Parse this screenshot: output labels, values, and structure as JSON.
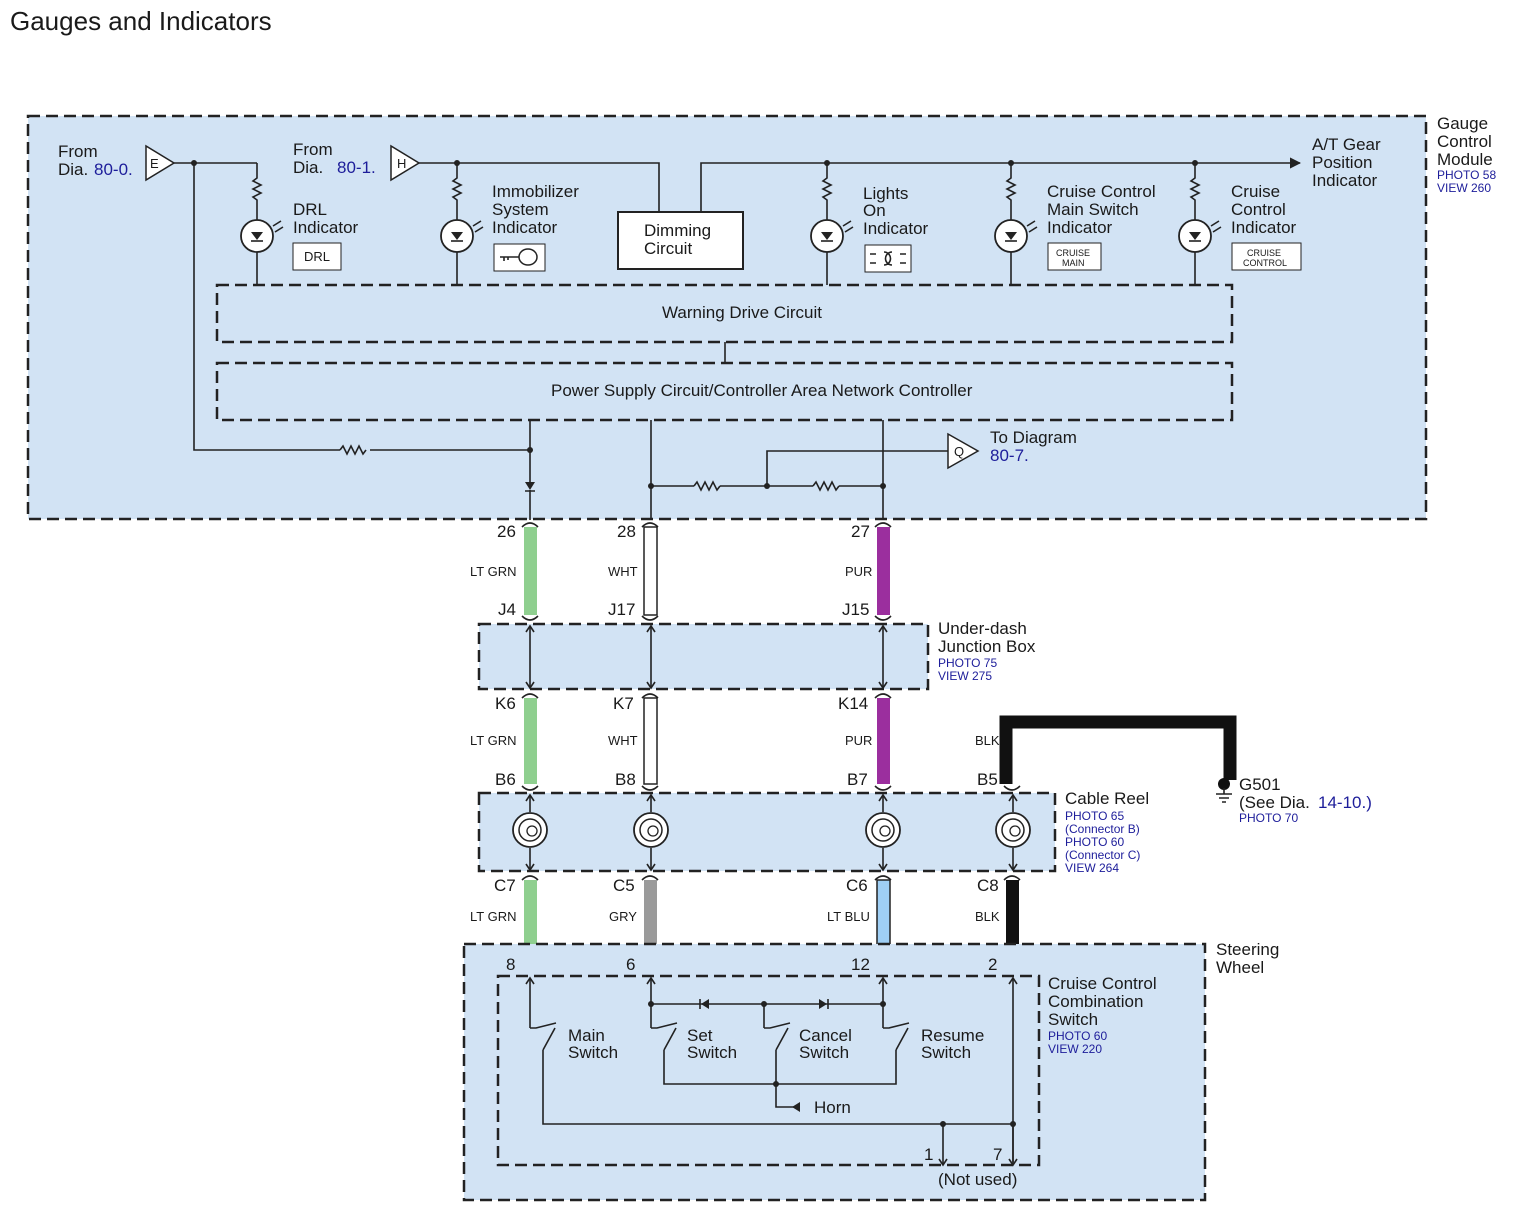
{
  "title": "Gauges and Indicators",
  "gcm": {
    "name": [
      "Gauge",
      "Control",
      "Module"
    ],
    "photo": "PHOTO 58",
    "view": "VIEW 260",
    "from_e": {
      "from": "From",
      "dia": "Dia.",
      "ref": "80-0.",
      "letter": "E"
    },
    "from_h": {
      "from": "From",
      "dia": "Dia.",
      "ref": "80-1.",
      "letter": "H"
    },
    "drl": {
      "label": [
        "DRL",
        "Indicator"
      ],
      "symbol": "DRL"
    },
    "immobilizer": {
      "label": [
        "Immobilizer",
        "System",
        "Indicator"
      ]
    },
    "dimming": [
      "Dimming",
      "Circuit"
    ],
    "lights_on": {
      "label": [
        "Lights",
        "On",
        "Indicator"
      ]
    },
    "cruise_main": {
      "label": [
        "Cruise Control",
        "Main Switch",
        "Indicator"
      ],
      "symbol": [
        "CRUISE",
        "MAIN"
      ]
    },
    "cruise_ctrl": {
      "label": [
        "Cruise",
        "Control",
        "Indicator"
      ],
      "symbol": [
        "CRUISE",
        "CONTROL"
      ]
    },
    "at_gear": [
      "A/T Gear",
      "Position",
      "Indicator"
    ],
    "warning_drive": "Warning Drive Circuit",
    "power_supply": "Power Supply Circuit/Controller Area Network Controller",
    "to_diagram": {
      "text": "To Diagram",
      "ref": "80-7.",
      "letter": "Q"
    }
  },
  "pins_gcm": [
    "26",
    "28",
    "27"
  ],
  "wires_upper": [
    "LT GRN",
    "WHT",
    "PUR"
  ],
  "pins_j": [
    "J4",
    "J17",
    "J15"
  ],
  "junction": {
    "name": [
      "Under-dash",
      "Junction Box"
    ],
    "photo": "PHOTO 75",
    "view": "VIEW 275"
  },
  "pins_k": [
    "K6",
    "K7",
    "K14"
  ],
  "wires_middle": [
    "LT GRN",
    "WHT",
    "PUR",
    "BLK"
  ],
  "pins_b": [
    "B6",
    "B8",
    "B7",
    "B5"
  ],
  "ground": {
    "name": "G501",
    "see": "(See Dia.",
    "ref": "14-10.)",
    "photo": "PHOTO 70"
  },
  "cable_reel": {
    "name": "Cable Reel",
    "refs": [
      "PHOTO 65",
      "(Connector B)",
      "PHOTO 60",
      "(Connector C)",
      "VIEW 264"
    ]
  },
  "pins_c": [
    "C7",
    "C5",
    "C6",
    "C8"
  ],
  "wires_lower": [
    "LT GRN",
    "GRY",
    "LT BLU",
    "BLK"
  ],
  "pins_sw": [
    "8",
    "6",
    "12",
    "2"
  ],
  "steering": [
    "Steering",
    "Wheel"
  ],
  "switch_assy": {
    "name": [
      "Cruise Control",
      "Combination",
      "Switch"
    ],
    "photo": "PHOTO 60",
    "view": "VIEW 220"
  },
  "switches": {
    "main": [
      "Main",
      "Switch"
    ],
    "set": [
      "Set",
      "Switch"
    ],
    "cancel": [
      "Cancel",
      "Switch"
    ],
    "resume": [
      "Resume",
      "Switch"
    ]
  },
  "horn": "Horn",
  "pins_bottom": [
    "1",
    "7"
  ],
  "not_used": "(Not used)",
  "colors": {
    "lt_grn": "#8fcf8f",
    "wht": "#ffffff",
    "pur": "#9b2f9e",
    "gry": "#9a9a9a",
    "lt_blu": "#9fcff5",
    "blk": "#111111",
    "box_fill": "#d2e3f4",
    "link": "#1d1d9a"
  }
}
